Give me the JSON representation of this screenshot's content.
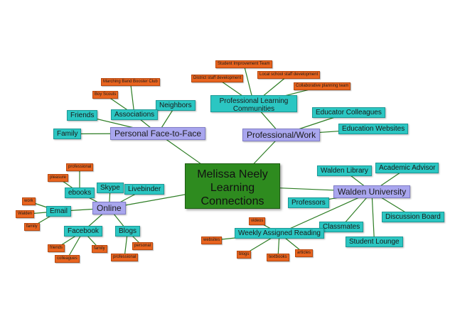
{
  "center": "Melissa Neely\nLearning\nConnections",
  "branches": {
    "personal": {
      "label": "Personal Face-to-Face",
      "friends": "Friends",
      "family": "Family",
      "neighbors": "Neighbors",
      "associations": {
        "label": "Associations",
        "band": "Marching Band Booster Club",
        "scouts": "Boy Scouts"
      }
    },
    "professional": {
      "label": "Professional/Work",
      "plc": {
        "label": "Professional Learning Communities",
        "sit": "Student Improvement Team",
        "district": "District staff development",
        "local": "Local school staff development",
        "collab": "Collaborative planning team"
      },
      "colleagues": "Educator Colleagues",
      "websites": "Education Websites"
    },
    "online": {
      "label": "Online",
      "ebooks": {
        "label": "ebooks",
        "professional": "professional",
        "pleasure": "pleasure"
      },
      "skype": "Skype",
      "livebinder": "Livebinder",
      "email": {
        "label": "Email",
        "work": "work",
        "walden": "Walden",
        "family": "family"
      },
      "facebook": {
        "label": "Facebook",
        "friends": "friends",
        "family": "family",
        "colleagues": "colleagues"
      },
      "blogs": {
        "label": "Blogs",
        "personal": "personal",
        "professional": "professional"
      }
    },
    "walden": {
      "label": "Walden University",
      "library": "Walden Library",
      "advisor": "Academic Advisor",
      "professors": "Professors",
      "discussion": "Discussion Board",
      "classmates": "Classmates",
      "lounge": "Student Lounge",
      "reading": {
        "label": "Weekly Assigned Reading",
        "videos": "videos",
        "websites": "websites",
        "blogs": "blogs",
        "textbooks": "textbooks",
        "articles": "articles"
      }
    }
  },
  "colors": {
    "center": "#2e8b1f",
    "main": "#a9a6ee",
    "sub": "#2bc6c2",
    "leaf": "#e8641f",
    "connector": "#2d7d24"
  }
}
